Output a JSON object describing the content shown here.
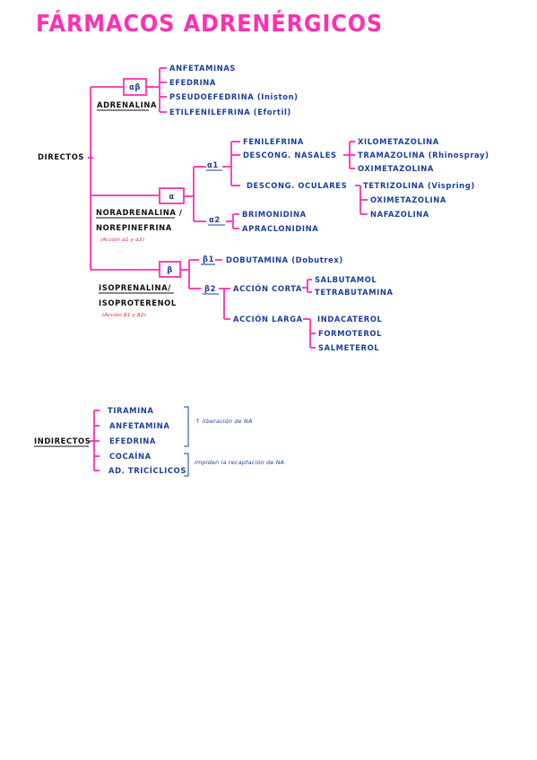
{
  "title": "FÁRMACOS ADRENÉRGICOS",
  "directos": {
    "label": "DIRECTOS",
    "adrenalina": {
      "label": "ADRENALINA",
      "receptor": "αβ",
      "drugs": [
        "ANFETAMINAS",
        "EFEDRINA",
        "PSEUDOEFEDRINA (Iniston)",
        "ETILFENILEFRINA (Efortil)"
      ]
    },
    "noradrenalina": {
      "label_1": "NORADRENALINA /",
      "label_2": "NOREPINEFRINA",
      "note": "(Acción α1 y α2)",
      "receptor": "α",
      "alpha1": {
        "label": "α1",
        "fenilefrina": "FENILEFRINA",
        "nasales": {
          "label": "DESCONG. NASALES",
          "drugs": [
            "XILOMETAZOLINA",
            "TRAMAZOLINA (Rhinospray)",
            "OXIMETAZOLINA"
          ]
        },
        "oculares": {
          "label": "DESCONG. OCULARES",
          "drugs": [
            "TETRIZOLINA (Vispring)",
            "OXIMETAZOLINA",
            "NAFAZOLINA"
          ]
        }
      },
      "alpha2": {
        "label": "α2",
        "drugs": [
          "BRIMONIDINA",
          "APRACLONIDINA"
        ]
      }
    },
    "isoprenalina": {
      "label_1": "ISOPRENALINA/",
      "label_2": "ISOPROTERENOL",
      "note": "(Acción β1 y β2)",
      "receptor": "β",
      "beta1": {
        "label": "β1",
        "drug": "DOBUTAMINA (Dobutrex)"
      },
      "beta2": {
        "label": "β2",
        "corta": {
          "label": "ACCIÓN CORTA",
          "drugs": [
            "SALBUTAMOL",
            "TETRABUTAMINA"
          ]
        },
        "larga": {
          "label": "ACCIÓN LARGA",
          "drugs": [
            "INDACATEROL",
            "FORMOTEROL",
            "SALMETEROL"
          ]
        }
      }
    }
  },
  "indirectos": {
    "label": "INDIRECTOS",
    "drugs": [
      "TIRAMINA",
      "ANFETAMINA",
      "EFEDRINA",
      "COCAÍNA",
      "AD. TRICÍCLICOS"
    ],
    "note_1": "↑ liberación de NA",
    "note_2": "Impiden la recaptación de NA"
  }
}
